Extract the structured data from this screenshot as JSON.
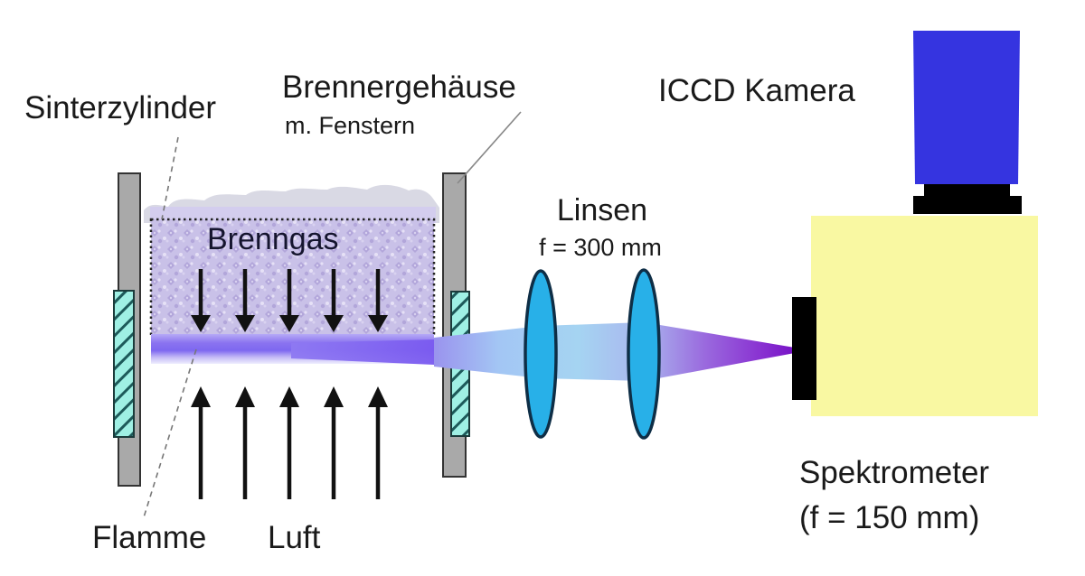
{
  "labels": {
    "sinterzylinder": "Sinterzylinder",
    "brennergehaeuse": "Brennergehäuse",
    "brennergehaeuse_sub": "m. Fenstern",
    "iccd_kamera": "ICCD Kamera",
    "linsen": "Linsen",
    "linsen_focal": "f = 300 mm",
    "brenngas": "Brenngas",
    "flamme": "Flamme",
    "luft": "Luft",
    "spektrometer": "Spektrometer",
    "spektrometer_focal": "(f = 150 mm)"
  },
  "colors": {
    "camera_blue": "#3534e0",
    "spectrometer_yellow": "#f9f8a2",
    "lens_blue": "#28b0e8",
    "lens_outline": "#0e2e46",
    "window_cyan": "#9ff0e4",
    "window_hatch": "#1d5a5a",
    "housing_gray": "#a9a9a9",
    "gas_texture_lavender": "#c9c1e8",
    "flame_violet": "#7e68f0",
    "beam_blue": "#a5d4f2",
    "beam_violet": "#7712c6",
    "smoke_gray": "#d9d9e4",
    "arrow_black": "#111111",
    "slit_black": "#000000",
    "text_black": "#1a1a1a"
  }
}
